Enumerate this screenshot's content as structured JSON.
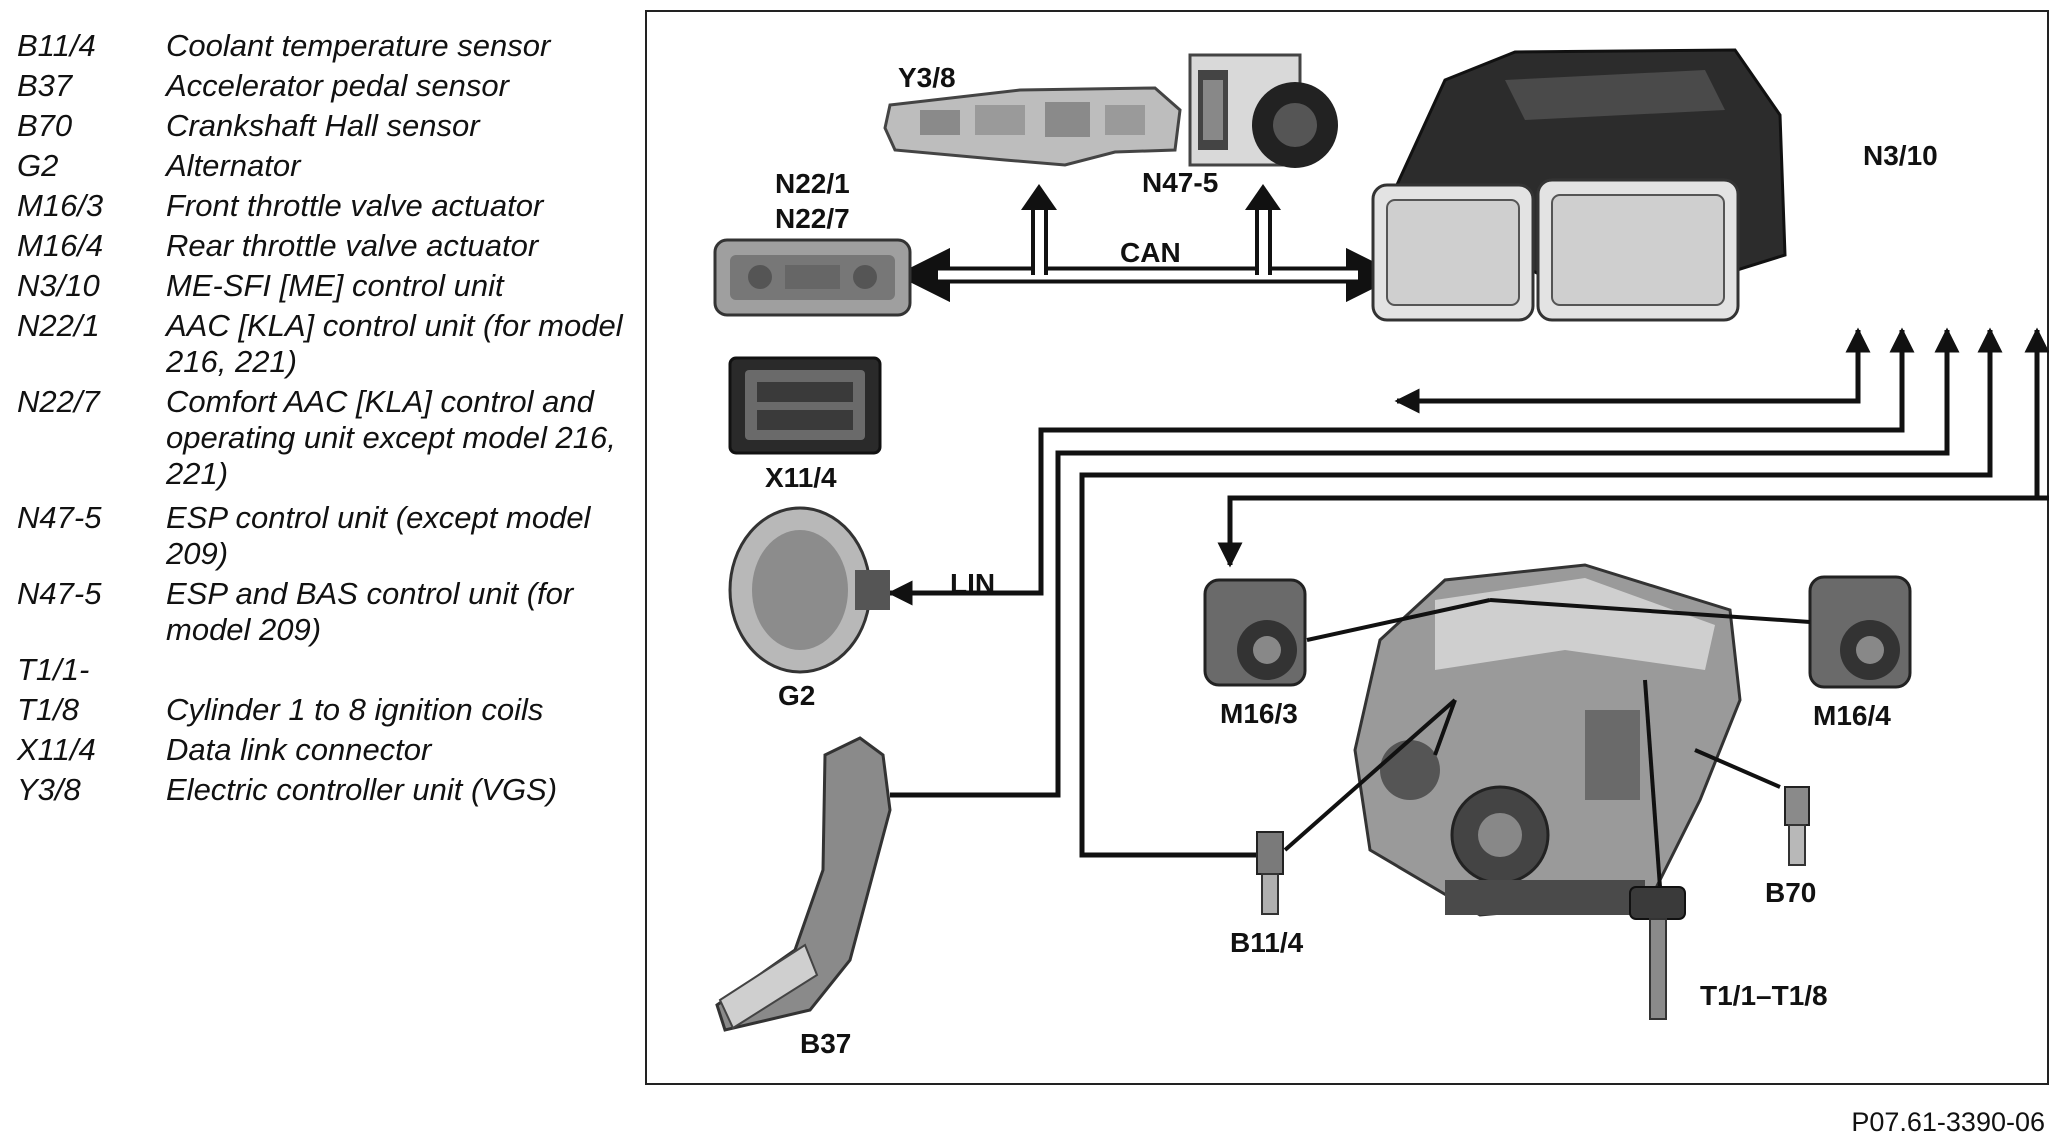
{
  "legend": [
    {
      "code": "B11/4",
      "desc": "Coolant temperature sensor"
    },
    {
      "code": "B37",
      "desc": "Accelerator pedal sensor"
    },
    {
      "code": "B70",
      "desc": "Crankshaft Hall sensor"
    },
    {
      "code": "G2",
      "desc": "Alternator"
    },
    {
      "code": "M16/3",
      "desc": "Front throttle valve actuator"
    },
    {
      "code": "M16/4",
      "desc": "Rear throttle valve actuator"
    },
    {
      "code": "N3/10",
      "desc": "ME-SFI [ME] control unit"
    },
    {
      "code": "N22/1",
      "desc": "AAC [KLA] control unit (for model 216, 221)"
    },
    {
      "code": "N22/7",
      "desc": "Comfort AAC [KLA] control and operating unit except model 216, 221)"
    },
    {
      "code": "N47-5",
      "desc": "ESP control unit (except model 209)"
    },
    {
      "code": "N47-5",
      "desc": "ESP and BAS control unit (for model 209)"
    },
    {
      "code": "T1/1-",
      "desc": ""
    },
    {
      "code": "T1/8",
      "desc": "Cylinder 1 to 8 ignition coils"
    },
    {
      "code": "X11/4",
      "desc": "Data link connector"
    },
    {
      "code": "Y3/8",
      "desc": "Electric controller unit (VGS)"
    }
  ],
  "diagram": {
    "labels": {
      "y3_8": "Y3/8",
      "n47_5": "N47-5",
      "n3_10": "N3/10",
      "n22_1": "N22/1",
      "n22_7": "N22/7",
      "can": "CAN",
      "x11_4": "X11/4",
      "lin": "LIN",
      "g2": "G2",
      "m16_3": "M16/3",
      "m16_4": "M16/4",
      "b11_4": "B11/4",
      "b70": "B70",
      "t1": "T1/1–T1/8",
      "b37": "B37"
    }
  },
  "figure_code": "P07.61-3390-06"
}
